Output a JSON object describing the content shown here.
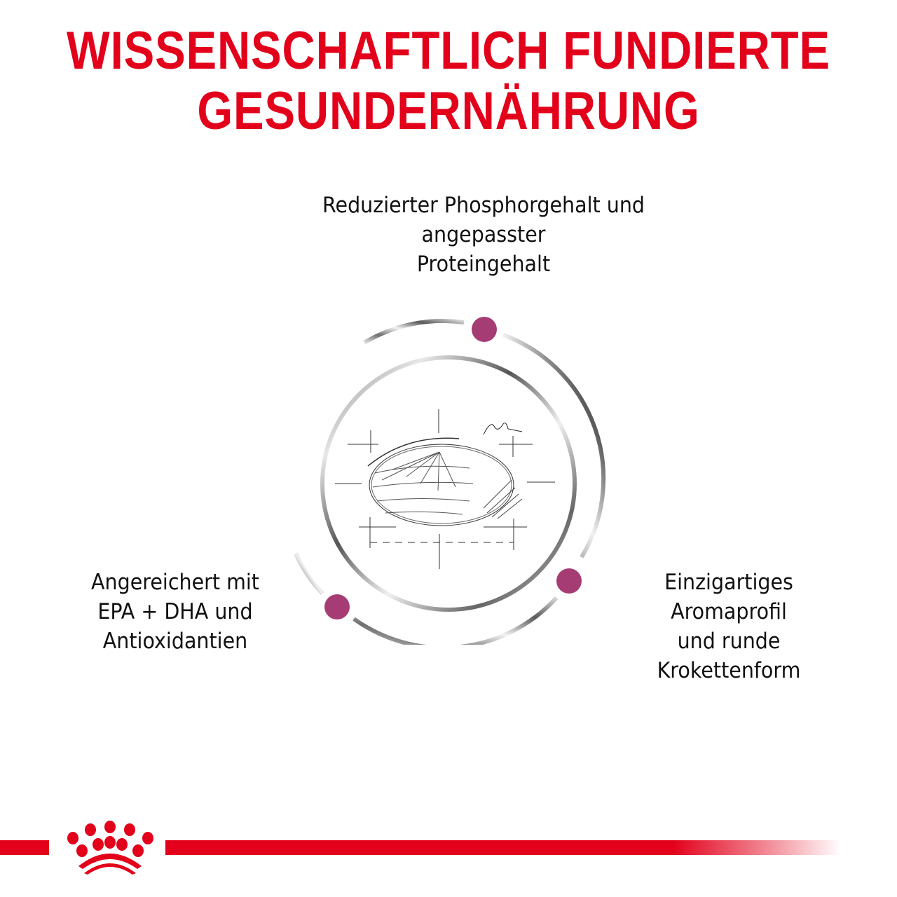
{
  "headline": {
    "line1": "WISSENSCHAFTLICH FUNDIERTE",
    "line2": "GESUNDERNÄHRUNG",
    "color": "#e2001a"
  },
  "benefits": {
    "top": {
      "lines": [
        "Reduzierter Phosphorgehalt und",
        "angepasster",
        "Proteingehalt"
      ]
    },
    "left": {
      "lines": [
        "Angereichert mit",
        "EPA + DHA und",
        "Antioxidantien"
      ]
    },
    "right": {
      "lines": [
        "Einzigartiges",
        "Aromaprofil",
        "und runde",
        "Krokettenform"
      ]
    }
  },
  "diagram": {
    "center_icon": "kibble-sketch-icon",
    "dot_color": "#a63c74",
    "ring_color": "#8a8a8a"
  },
  "footer": {
    "logo_icon": "royal-canin-crown-icon",
    "bar_color": "#e2001a"
  }
}
